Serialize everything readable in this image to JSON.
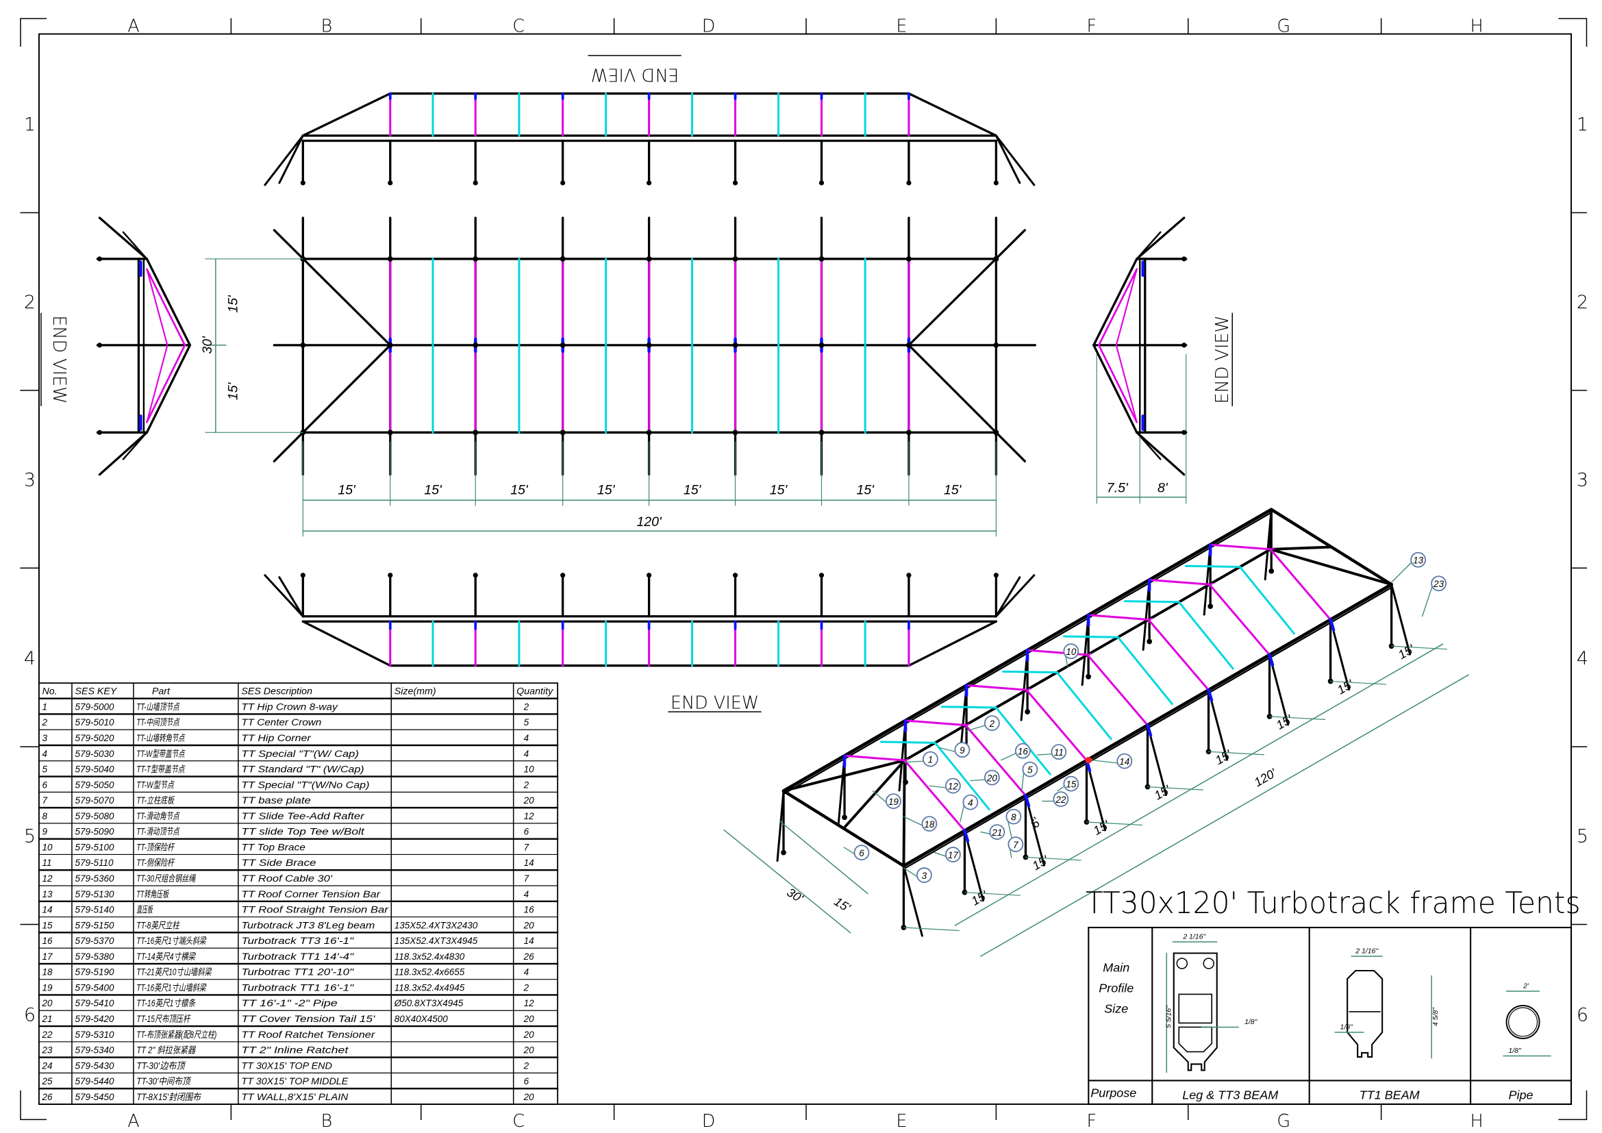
{
  "colors": {
    "line": "#000000",
    "rafter": "#e000e0",
    "purlin": "#00d8e0",
    "joint": "#1010ff",
    "dimension": "#3f8a74",
    "callout": "#5a78a8",
    "highlight": "#ff2020"
  },
  "grid": {
    "columns": [
      "A",
      "B",
      "C",
      "D",
      "E",
      "F",
      "G",
      "H"
    ],
    "rows": [
      "1",
      "2",
      "3",
      "4",
      "5",
      "6"
    ]
  },
  "views": {
    "top_end_view": "END VIEW",
    "left_end_view": "END VIEW",
    "right_end_view": "END VIEW",
    "bottom_end_view": "END VIEW"
  },
  "plan_dims": {
    "bays": [
      "15'",
      "15'",
      "15'",
      "15'",
      "15'",
      "15'",
      "15'",
      "15'"
    ],
    "total_length": "120'",
    "width": "30'",
    "half_widths": [
      "15'",
      "15'"
    ],
    "end_dims": [
      "7.5'",
      "8'"
    ]
  },
  "iso_dims": {
    "bays": [
      "15'",
      "15'",
      "15'",
      "15'",
      "15'",
      "15'",
      "15'",
      "15'"
    ],
    "total_length": "120'",
    "width": "30'",
    "half_width": "15'",
    "height": "6'"
  },
  "callouts": [
    "13",
    "23",
    "10",
    "2",
    "9",
    "1",
    "16",
    "11",
    "14",
    "20",
    "12",
    "5",
    "15",
    "22",
    "19",
    "4",
    "8",
    "18",
    "21",
    "7",
    "6",
    "17",
    "3"
  ],
  "title": "TT30x120' Turbotrack frame Tents",
  "profile": {
    "row_label_lines": [
      "Main",
      "Profile",
      "Size"
    ],
    "purpose_label": "Purpose",
    "items": [
      {
        "purpose": "Leg & TT3 BEAM",
        "width": "2 1/16\"",
        "height": "5 5/16\"",
        "wall": "1/8\""
      },
      {
        "purpose": "TT1 BEAM",
        "width": "2 1/16\"",
        "height": "4 5/8\"",
        "wall": "1/8\""
      },
      {
        "purpose": "Pipe",
        "width": "2'",
        "wall": "1/8\""
      }
    ]
  },
  "table": {
    "headers": {
      "no": "No.",
      "key": "SES KEY",
      "part": "Part",
      "desc": "SES Description",
      "size": "Size(mm)",
      "qty": "Quantity"
    },
    "rows": [
      {
        "no": "1",
        "key": "579-5000",
        "part": "TT-山墙顶节点",
        "desc": "TT Hip Crown 8-way",
        "size": "",
        "qty": "2",
        "hl": true
      },
      {
        "no": "2",
        "key": "579-5010",
        "part": "TT-中间顶节点",
        "desc": "TT Center Crown",
        "size": "",
        "qty": "5",
        "hl": false
      },
      {
        "no": "3",
        "key": "579-5020",
        "part": "TT-山墙转角节点",
        "desc": "TT Hip Corner",
        "size": "",
        "qty": "4",
        "hl": true
      },
      {
        "no": "4",
        "key": "579-5030",
        "part": "TT-W型带盖节点",
        "desc": "TT Special \"T\"(W/ Cap)",
        "size": "",
        "qty": "4",
        "hl": true
      },
      {
        "no": "5",
        "key": "579-5040",
        "part": "TT-T型带盖节点",
        "desc": "TT Standard \"T\" (W/Cap)",
        "size": "",
        "qty": "10",
        "hl": false
      },
      {
        "no": "6",
        "key": "579-5050",
        "part": "TT-W型节点",
        "desc": "TT Special \"T\"(W/No Cap)",
        "size": "",
        "qty": "2",
        "hl": true
      },
      {
        "no": "7",
        "key": "579-5070",
        "part": "TT-立柱底板",
        "desc": "TT base plate",
        "size": "",
        "qty": "20",
        "hl": false
      },
      {
        "no": "8",
        "key": "579-5080",
        "part": "TT-滑动角节点",
        "desc": "TT Slide Tee-Add Rafter",
        "size": "",
        "qty": "12",
        "hl": false
      },
      {
        "no": "9",
        "key": "579-5090",
        "part": "TT-滑动顶节点",
        "desc": "TT slide Top Tee w/Bolt",
        "size": "",
        "qty": "6",
        "hl": false
      },
      {
        "no": "10",
        "key": "579-5100",
        "part": "TT-顶保险杆",
        "desc": "TT Top Brace",
        "size": "",
        "qty": "7",
        "hl": false
      },
      {
        "no": "11",
        "key": "579-5110",
        "part": "TT-侧保险杆",
        "desc": "TT Side  Brace",
        "size": "",
        "qty": "14",
        "hl": false
      },
      {
        "no": "12",
        "key": "579-5360",
        "part": "TT-30尺组合钢丝绳",
        "desc": "TT Roof Cable 30'",
        "size": "",
        "qty": "7",
        "hl": false
      },
      {
        "no": "13",
        "key": "579-5130",
        "part": "TT转角压板",
        "desc": "TT Roof Corner Tension Bar",
        "size": "",
        "qty": "4",
        "hl": true
      },
      {
        "no": "14",
        "key": "579-5140",
        "part": "直压板",
        "desc": "TT Roof Straight Tension Bar",
        "size": "",
        "qty": "16",
        "hl": false
      },
      {
        "no": "15",
        "key": "579-5150",
        "part": "TT-8英尺立柱",
        "desc": "Turbotrack JT3 8'Leg beam",
        "size": "135X52.4XT3X2430",
        "qty": "20",
        "hl": false
      },
      {
        "no": "16",
        "key": "579-5370",
        "part": "TT-16英尺1寸端头斜梁",
        "desc": "Turbotrack TT3 16'-1\"",
        "size": "135X52.4XT3X4945",
        "qty": "14",
        "hl": false
      },
      {
        "no": "17",
        "key": "579-5380",
        "part": "TT-14英尺4寸横梁",
        "desc": "Turbotrack TT1 14'-4\"",
        "size": "118.3x52.4x4830",
        "qty": "26",
        "hl": false
      },
      {
        "no": "18",
        "key": "579-5190",
        "part": "TT-21英尺10寸山墙斜梁",
        "desc": "Turbotrac TT1 20'-10\"",
        "size": "118.3x52.4x6655",
        "qty": "4",
        "hl": true
      },
      {
        "no": "19",
        "key": "579-5400",
        "part": "TT-16英尺1寸山墙斜梁",
        "desc": "Turbotrack TT1 16'-1\"",
        "size": "118.3x52.4x4945",
        "qty": "2",
        "hl": false
      },
      {
        "no": "20",
        "key": "579-5410",
        "part": "TT-16英尺1寸檩条",
        "desc": "TT 16'-1\" -2\" Pipe",
        "size": "Ø50.8XT3X4945",
        "qty": "12",
        "hl": false
      },
      {
        "no": "21",
        "key": "579-5420",
        "part": "TT-15尺布顶压杆",
        "desc": "TT Cover Tension Tail 15'",
        "size": "80X40X4500",
        "qty": "20",
        "hl": false
      },
      {
        "no": "22",
        "key": "579-5310",
        "part": "TT-布顶张紧器(配8尺立柱)",
        "desc": "TT Roof Ratchet Tensioner",
        "size": "",
        "qty": "20",
        "hl": false
      },
      {
        "no": "23",
        "key": "579-5340",
        "part": "TT 2\" 斜拉张紧器",
        "desc": "TT 2\" Inline Ratchet",
        "size": "",
        "qty": "20",
        "hl": false
      },
      {
        "no": "24",
        "key": "579-5430",
        "part": "TT-30'边布顶",
        "desc": "TT 30X15' TOP END",
        "size": "",
        "qty": "2",
        "hl": true
      },
      {
        "no": "25",
        "key": "579-5440",
        "part": "TT-30'中间布顶",
        "desc": "TT 30X15' TOP MIDDLE",
        "size": "",
        "qty": "6",
        "hl": false
      },
      {
        "no": "26",
        "key": "579-5450",
        "part": "TT-8X15'封闭围布",
        "desc": "TT WALL,8'X15' PLAIN",
        "size": "",
        "qty": "20",
        "hl": false
      }
    ]
  }
}
